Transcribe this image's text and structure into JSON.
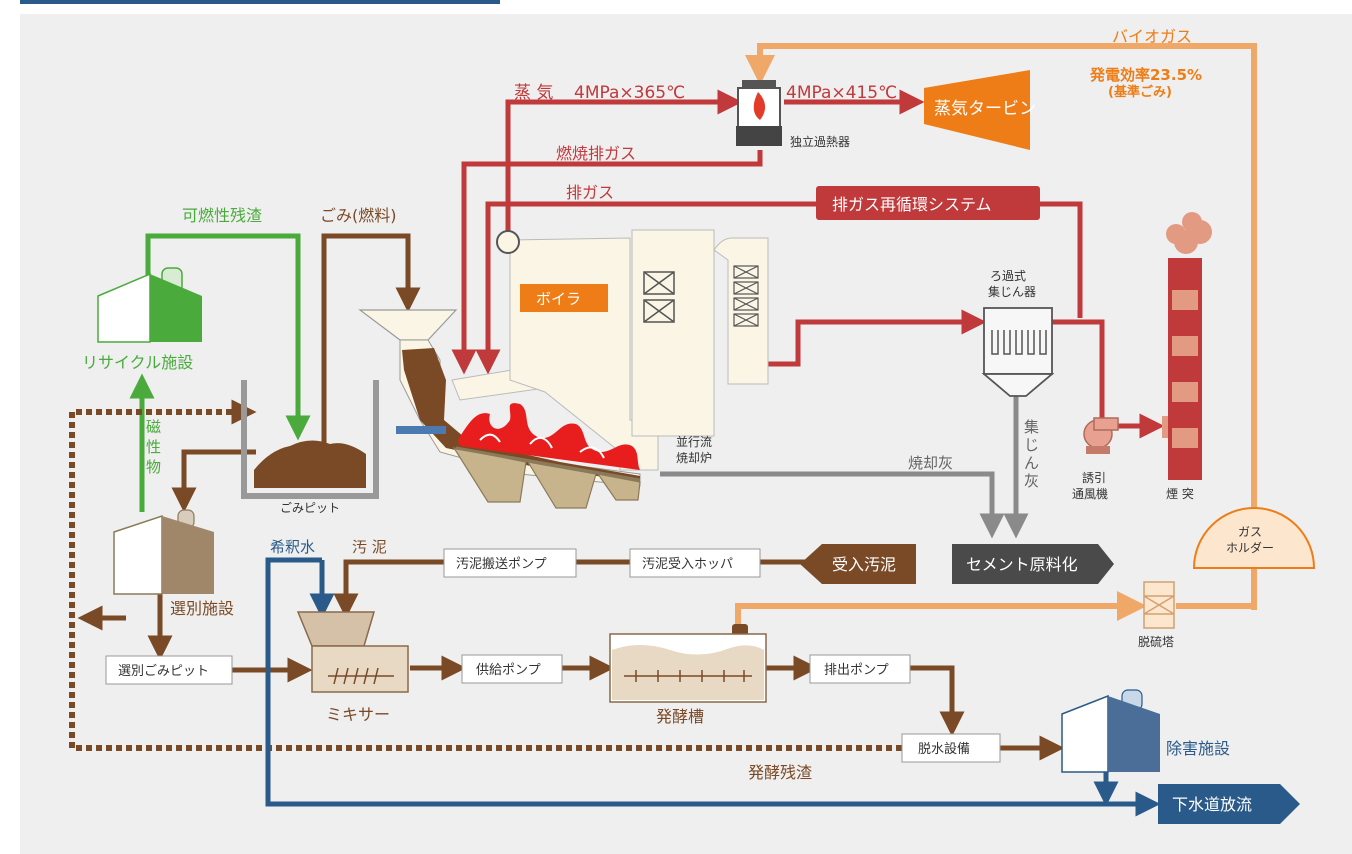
{
  "colors": {
    "background": "#efefef",
    "red": "#c0393b",
    "brown": "#7a4a26",
    "green": "#4aaa3c",
    "blue": "#2a5a8a",
    "orange_light": "#f0a868",
    "orange": "#ee7d17",
    "dark": "#4a4a4a",
    "gray": "#8a8a8a"
  },
  "labels": {
    "steam": "蒸 気",
    "steam_in": "4MPa×365℃",
    "steam_out": "4MPa×415℃",
    "steam_turbine": "蒸気タービン",
    "superheater": "独立過熱器",
    "combustion_gas": "燃焼排ガス",
    "exhaust_gas": "排ガス",
    "recirculation": "排ガス再循環システム",
    "biogas": "バイオガス",
    "efficiency": "発電効率23.5%",
    "efficiency_note": "(基準ごみ)",
    "combustible_residue": "可燃性残渣",
    "garbage_fuel": "ごみ(燃料)",
    "recycling": "リサイクル施設",
    "boiler": "ボイラ",
    "bag_filter_1": "ろ過式",
    "bag_filter_2": "集じん器",
    "magnetic_1": "磁",
    "magnetic_2": "性",
    "magnetic_3": "物",
    "garbage_pit": "ごみピット",
    "incinerator_1": "並行流",
    "incinerator_2": "焼却炉",
    "incineration_ash": "焼却灰",
    "fly_ash_1": "集",
    "fly_ash_2": "じ",
    "fly_ash_3": "ん",
    "fly_ash_4": "灰",
    "fan_1": "誘引",
    "fan_2": "通風機",
    "stack": "煙 突",
    "gas_holder_1": "ガス",
    "gas_holder_2": "ホルダー",
    "sorting": "選別施設",
    "dilution_water": "希釈水",
    "sludge": "汚 泥",
    "sludge_pump": "汚泥搬送ポンプ",
    "sludge_hopper": "汚泥受入ホッパ",
    "received_sludge": "受入汚泥",
    "cement": "セメント原料化",
    "desulfurizer": "脱硫塔",
    "sorted_pit": "選別ごみピット",
    "supply_pump": "供給ポンプ",
    "discharge_pump": "排出ポンプ",
    "mixer": "ミキサー",
    "fermenter": "発酵槽",
    "dewatering": "脱水設備",
    "abatement": "除害施設",
    "fermentation_residue": "発酵残渣",
    "sewer": "下水道放流"
  }
}
